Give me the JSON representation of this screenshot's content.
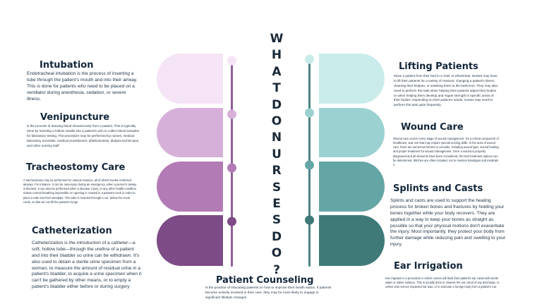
{
  "title": "WHATDONURSESDO?",
  "colors": {
    "left": [
      "#f5e4f5",
      "#d6b0d9",
      "#b37bb6",
      "#7d4b86"
    ],
    "right": [
      "#c9eceb",
      "#9bd2d1",
      "#64a5a5",
      "#3f7a78"
    ]
  },
  "left": [
    {
      "heading": "Intubation",
      "body": "Endotracheal intubation is the process of inserting a tube through the patient's mouth and into their airway. This is done for patients who need to be placed on a ventilator during anesthesia, sedation, or severe illness."
    },
    {
      "heading": "Venipuncture",
      "body": "is the process of drawing blood intravenously from a patient. This is typically done by inserting a hollow needle into a patient's vein to collect blood samples for laboratory testing. The procedure may be performed by nurses, medical laboratory scientists, medical practitioners, phlebotomists, dialysis technicians, and other nursing staff"
    },
    {
      "heading": "Tracheostomy Care",
      "body": "A tracheostomy may be performed for various reasons, all of which involve restricted airways. For instance, it can be necessary during an emergency, when a person's airway is blocked. It can also be performed when a disease, injury, or any other health condition makes normal breathing impossible.An opening is created in a patient's neck in order to place a tube into their windpipe. This tube is inserted through a cut, below the vocal cords, so that air can fill the patient's lungs."
    },
    {
      "heading": "Catheterization",
      "body": "Catheterization is the introduction of a catheter—a soft, hollow tube—through the urethra of a patient and into their bladder so urine can be withdrawn. It's also used to obtain a sterile urine specimen from a woman, to measure the amount of residual urine in a patient's bladder, to acquire a urine specimen when it can't be gathered by other means, or to empty a patient's bladder either before or during surgery"
    }
  ],
  "right": [
    {
      "heading": "Lifting Patients",
      "body": "Move a patient from their bed to a chair or wheelchair. Nurses may have to lift their patients for a variety of reasons: changing a patient's linens, cleaning their bedpan, or assisting them to the bathroom. They may also need to perform this task when helping their patients adjust their bodies or when helping them develop and regain strength in specific areas of their bodies. Depending on their patient's needs, nurses may need to perform this task quite frequently."
    },
    {
      "heading": "Wound Care",
      "body": "Wound care covers every stage of wound management. It's a critical component of healthcare, and one that may require special nursing skills. In the area of wound care, there are numerous factors to consider, including wound type, wound healing, and proper treatment for wound management. Once a wound is properly diagnosed and all elements have been considered, the best treatment options can be determined. Stitches are often included, not to mention bandages and medicals s."
    },
    {
      "heading": "Splints and Casts",
      "body": "Splints and casts are used to support the healing process for broken bones and fractures by holding your bones together while your body recovers. They are applied in a way to keep your bones as straight as possible so that your physical motions don't exacerbate the injury. Most importantly, they protect your body from further damage while reducing pain and swelling to your injury."
    },
    {
      "heading": "Ear Irrigation",
      "body": "Ear irrigation is a procedure in which nurses will flush their patient's ear canal with sterile water or saline solution. This is usually done to cleanse the ear canal of any discharge, to soften and remove impacted ear wax, or to extricate a foreign body from a patient's ear."
    }
  ],
  "bottom": {
    "heading": "Patient Counseling",
    "body": "is the practice of educating patients on how to improve their health status. If patients become actively involved in their care, they may be more likely to engage in significant lifestyle changes."
  }
}
